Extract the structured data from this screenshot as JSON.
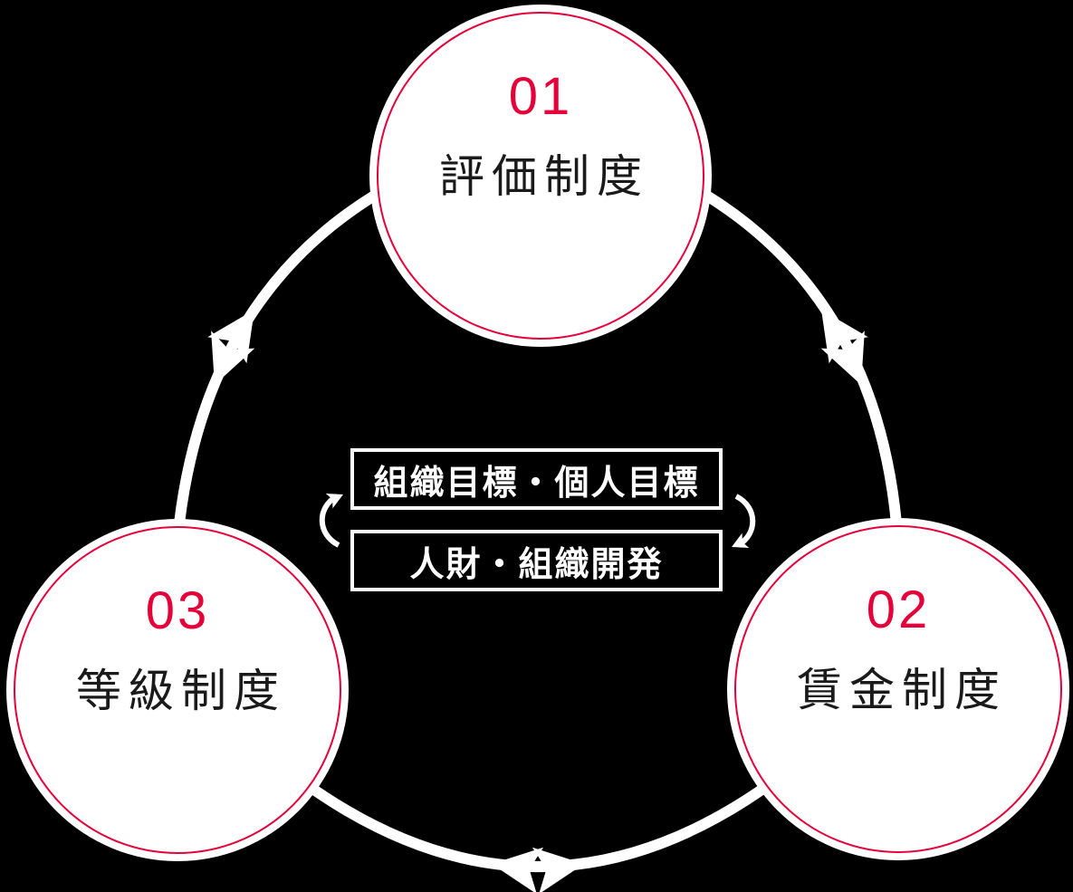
{
  "diagram": {
    "title": "HR system cycle diagram",
    "colors": {
      "background": "#000000",
      "accent_red": "#e60039",
      "node_fill": "#ffffff",
      "node_text": "#1a1a1a",
      "connector": "#ffffff"
    },
    "nodes": [
      {
        "number": "01",
        "label": "評価制度"
      },
      {
        "number": "02",
        "label": "賃金制度"
      },
      {
        "number": "03",
        "label": "等級制度"
      }
    ],
    "center": {
      "boxes": [
        {
          "label": "組織目標・個人目標"
        },
        {
          "label": "人財・組織開発"
        }
      ],
      "relationship": "bidirectional-cycle"
    },
    "outer_cycle": {
      "links": [
        "01 ⇄ 02",
        "02 ⇄ 03",
        "03 ⇄ 01"
      ],
      "arrow_style": "double-headed-arc"
    }
  }
}
